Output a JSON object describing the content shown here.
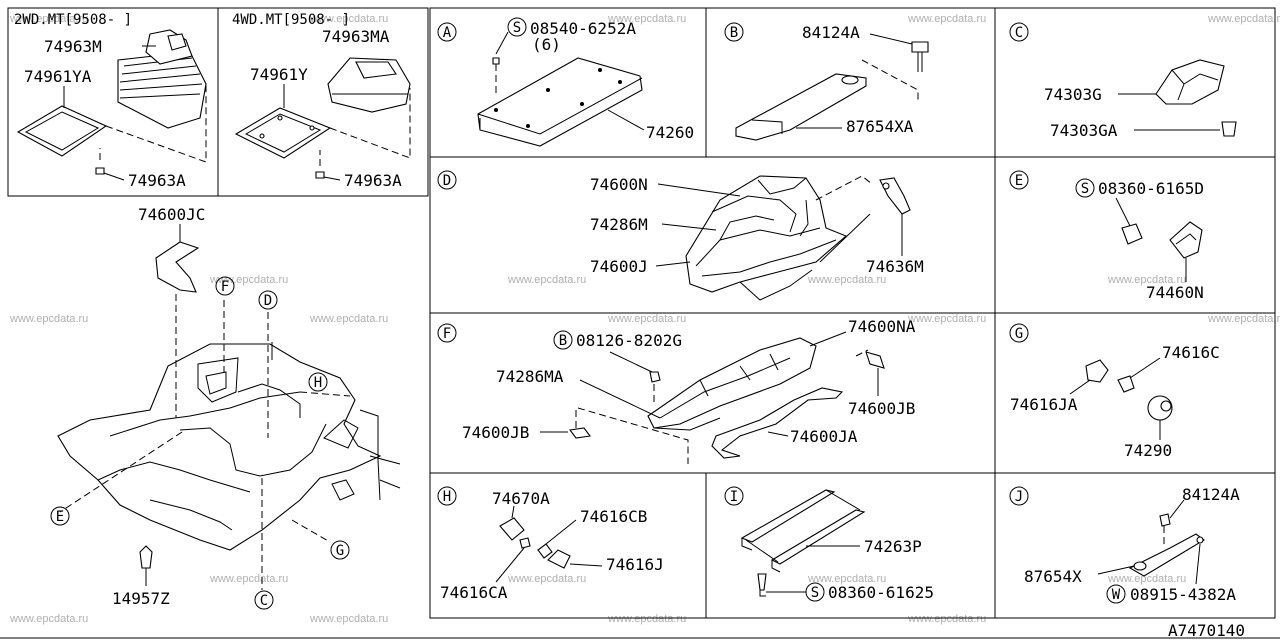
{
  "watermark": "www.epcdata.ru",
  "figure_id": "A7470140",
  "headers": {
    "top_left_a": "2WD.MT[9508-     ]",
    "top_left_b": "4WD.MT[9508-     ]"
  },
  "panel_letters": {
    "A": "A",
    "B": "B",
    "C": "C",
    "D": "D",
    "E": "E",
    "F": "F",
    "G": "G",
    "H": "H",
    "I": "I",
    "J": "J"
  },
  "main_view": {
    "labels": {
      "bracket": "74600JC",
      "clip": "14957Z"
    },
    "callouts": [
      "F",
      "D",
      "H",
      "E",
      "G",
      "C"
    ]
  },
  "panel_2wd": {
    "boot": "74963M",
    "plate": "74961YA",
    "screw": "74963A"
  },
  "panel_4wd": {
    "boot": "74963MA",
    "plate": "74961Y",
    "screw": "74963A"
  },
  "panel_A": {
    "bolt_prefix": "S",
    "bolt": "08540-6252A",
    "qty": "(6)",
    "mat": "74260"
  },
  "panel_B": {
    "bolt": "84124A",
    "bracket": "87654XA"
  },
  "panel_C": {
    "part1": "74303G",
    "part2": "74303GA"
  },
  "panel_D": {
    "p1": "74600N",
    "p2": "74286M",
    "p3": "74600J",
    "p4": "74636M"
  },
  "panel_E": {
    "bolt_prefix": "S",
    "bolt": "08360-6165D",
    "clip": "74460N"
  },
  "panel_F": {
    "bolt_prefix": "B",
    "bolt": "08126-8202G",
    "p1": "74600NA",
    "p2": "74286MA",
    "p3": "74600JB",
    "p4": "74600JB",
    "p5": "74600JA"
  },
  "panel_G": {
    "p1": "74616C",
    "p2": "74616JA",
    "p3": "74290"
  },
  "panel_H": {
    "p1": "74670A",
    "p2": "74616CB",
    "p3": "74616J",
    "p4": "74616CA"
  },
  "panel_I": {
    "bar": "74263P",
    "bolt_prefix": "S",
    "bolt": "08360-61625"
  },
  "panel_J": {
    "bolt": "84124A",
    "bracket": "87654X",
    "nut_prefix": "W",
    "nut": "08915-4382A"
  }
}
